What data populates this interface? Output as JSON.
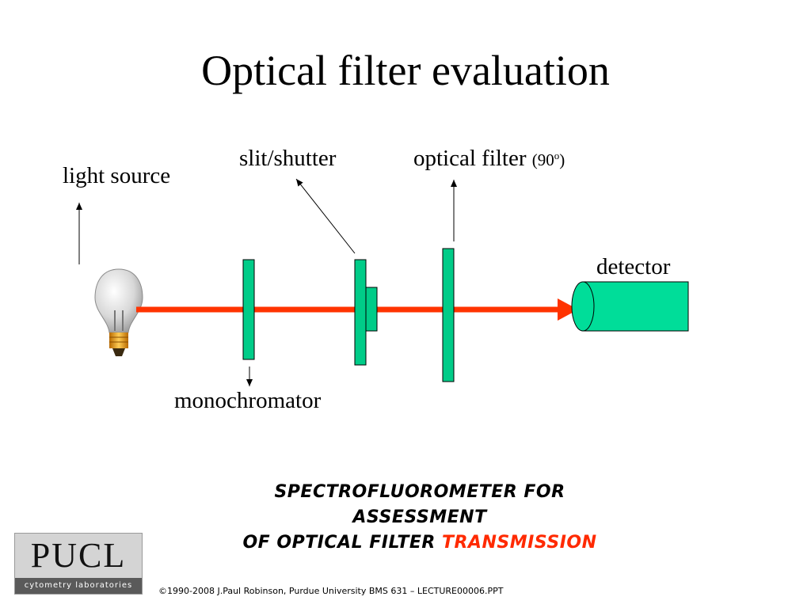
{
  "slide": {
    "title": "Optical filter evaluation"
  },
  "diagram": {
    "labels": {
      "light_source": "light source",
      "slit_shutter": "slit/shutter",
      "optical_filter": "optical filter",
      "optical_filter_angle_prefix": "(90",
      "optical_filter_angle_sup": "o",
      "optical_filter_angle_suffix": ")",
      "detector": "detector",
      "monochromator": "monochromator"
    },
    "colors": {
      "beam": "#ff3300",
      "component_fill": "#00cc88",
      "component_stroke": "#000000"
    }
  },
  "caption": {
    "line1": "SPECTROFLUOROMETER FOR",
    "line2": "ASSESSMENT",
    "line3_prefix": "OF OPTICAL FILTER",
    "line3_highlight": "TRANSMISSION",
    "highlight_color": "#ff2a00"
  },
  "logo": {
    "word": "PUCL",
    "subtitle": "cytometry laboratories"
  },
  "footer": {
    "copyright": "©1990-2008 J.Paul Robinson, Purdue University  BMS 631 – LECTURE00006.PPT"
  }
}
